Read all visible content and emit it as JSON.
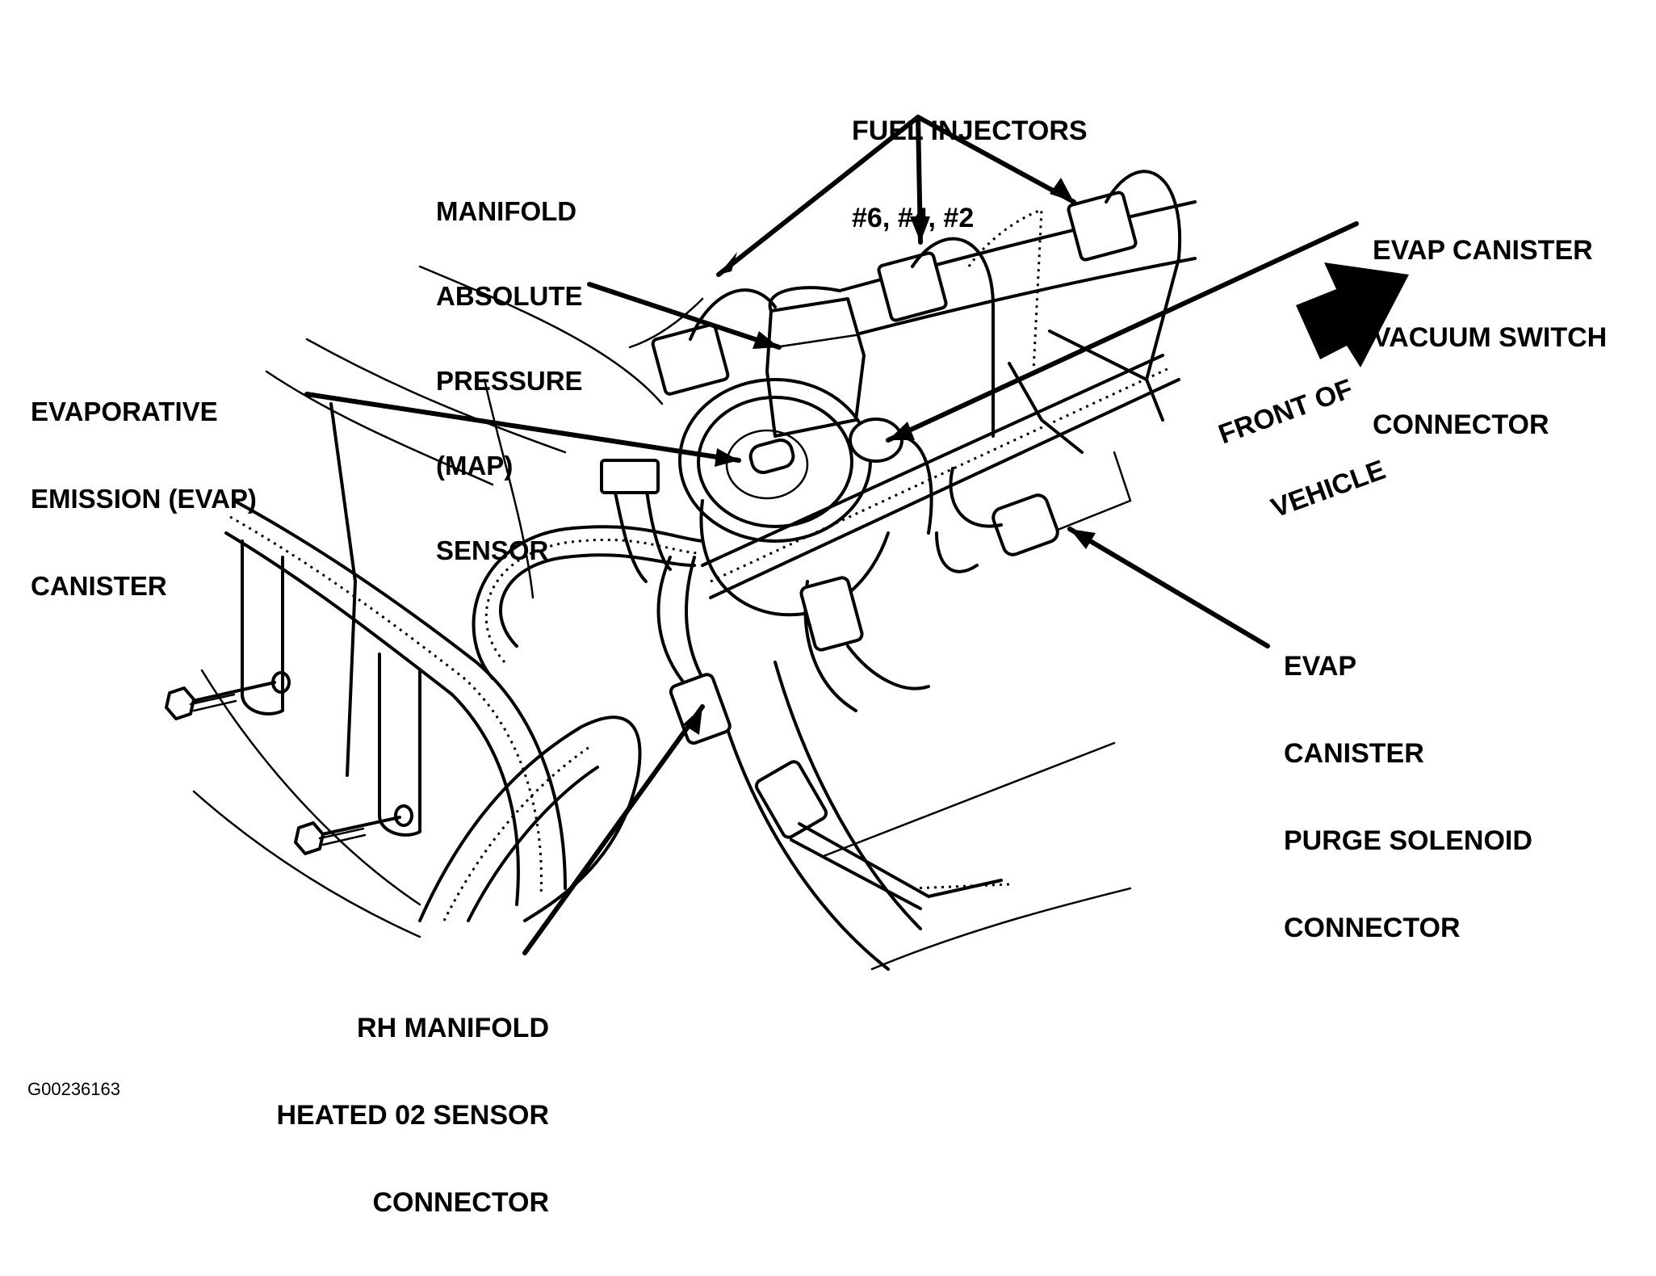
{
  "labels": {
    "fuel_injectors": [
      "FUEL INJECTORS",
      "#6, #4, #2"
    ],
    "map_sensor": [
      "MANIFOLD",
      "ABSOLUTE",
      "PRESSURE",
      "(MAP)",
      "SENSOR"
    ],
    "evap_canister": [
      "EVAPORATIVE",
      "EMISSION (EVAP)",
      "CANISTER"
    ],
    "evap_vacuum_switch": [
      "EVAP CANISTER",
      "VACUUM SWITCH",
      "CONNECTOR"
    ],
    "front_of_vehicle": [
      "FRONT OF",
      "VEHICLE"
    ],
    "evap_purge_solenoid": [
      "EVAP",
      "CANISTER",
      "PURGE SOLENOID",
      "CONNECTOR"
    ],
    "rh_o2_sensor": [
      "RH MANIFOLD",
      "HEATED 02 SENSOR",
      "CONNECTOR"
    ]
  },
  "figure_id": "G00236163"
}
